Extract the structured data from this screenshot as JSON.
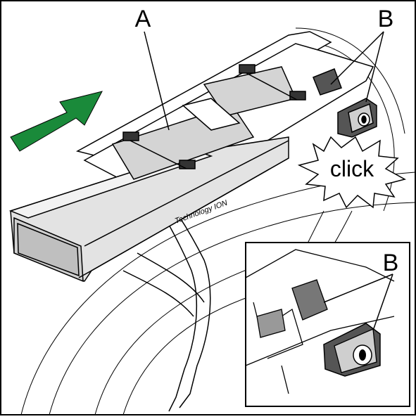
{
  "labels": {
    "battery": "A",
    "lock_main": "B",
    "lock_inset": "B"
  },
  "burst_text": "click",
  "battery_brand": "Technology ION",
  "colors": {
    "arrow": "#1a8a3a",
    "arrow_dark": "#0f5f27",
    "outline": "#000000",
    "battery_fill": "#d9d9d9",
    "battery_light": "#ededed",
    "battery_dark": "#9a9a9a"
  }
}
